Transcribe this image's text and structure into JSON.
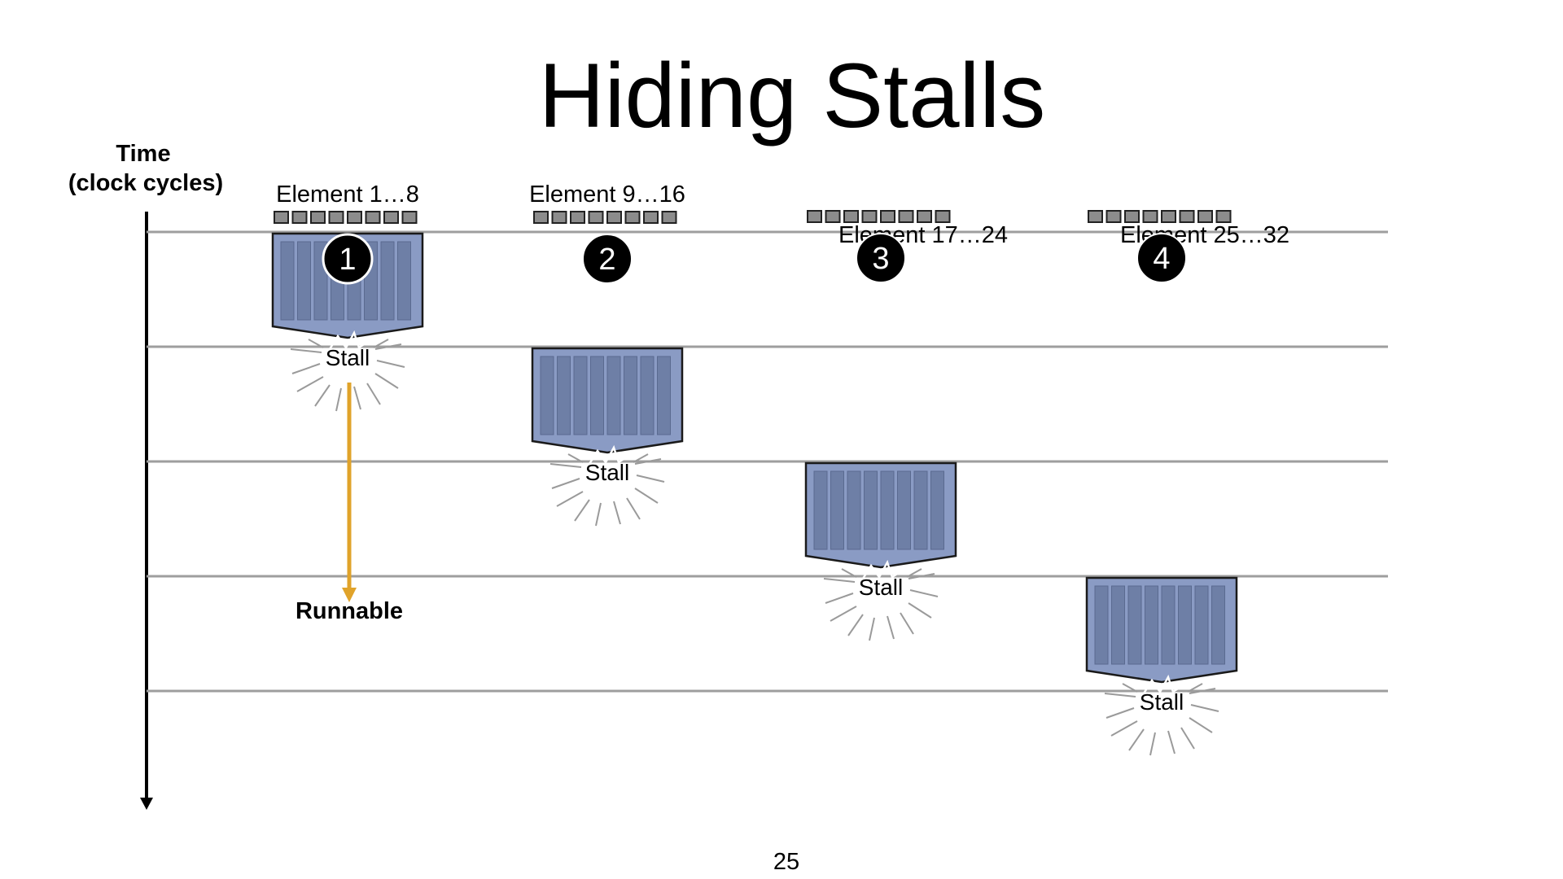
{
  "slide": {
    "title": "Hiding Stalls",
    "page_number": "25"
  },
  "time_axis": {
    "label_line1": "Time",
    "label_line2": "(clock cycles)"
  },
  "groups": [
    {
      "label": "Element 1…8",
      "number": "1",
      "stall_label": "Stall"
    },
    {
      "label": "Element 9…16",
      "number": "2",
      "stall_label": "Stall"
    },
    {
      "label": "Element 17…24",
      "number": "3",
      "stall_label": "Stall"
    },
    {
      "label": "Element 25…32",
      "number": "4",
      "stall_label": "Stall"
    }
  ],
  "runnable": {
    "label": "Runnable"
  },
  "colors": {
    "block_fill": "#8a9bc4",
    "lane_fill": "#6e7fa6",
    "square_fill": "#8c8c8c",
    "timeline": "#9e9e9e",
    "badge": "#000000",
    "arrow": "#e0a32a"
  }
}
